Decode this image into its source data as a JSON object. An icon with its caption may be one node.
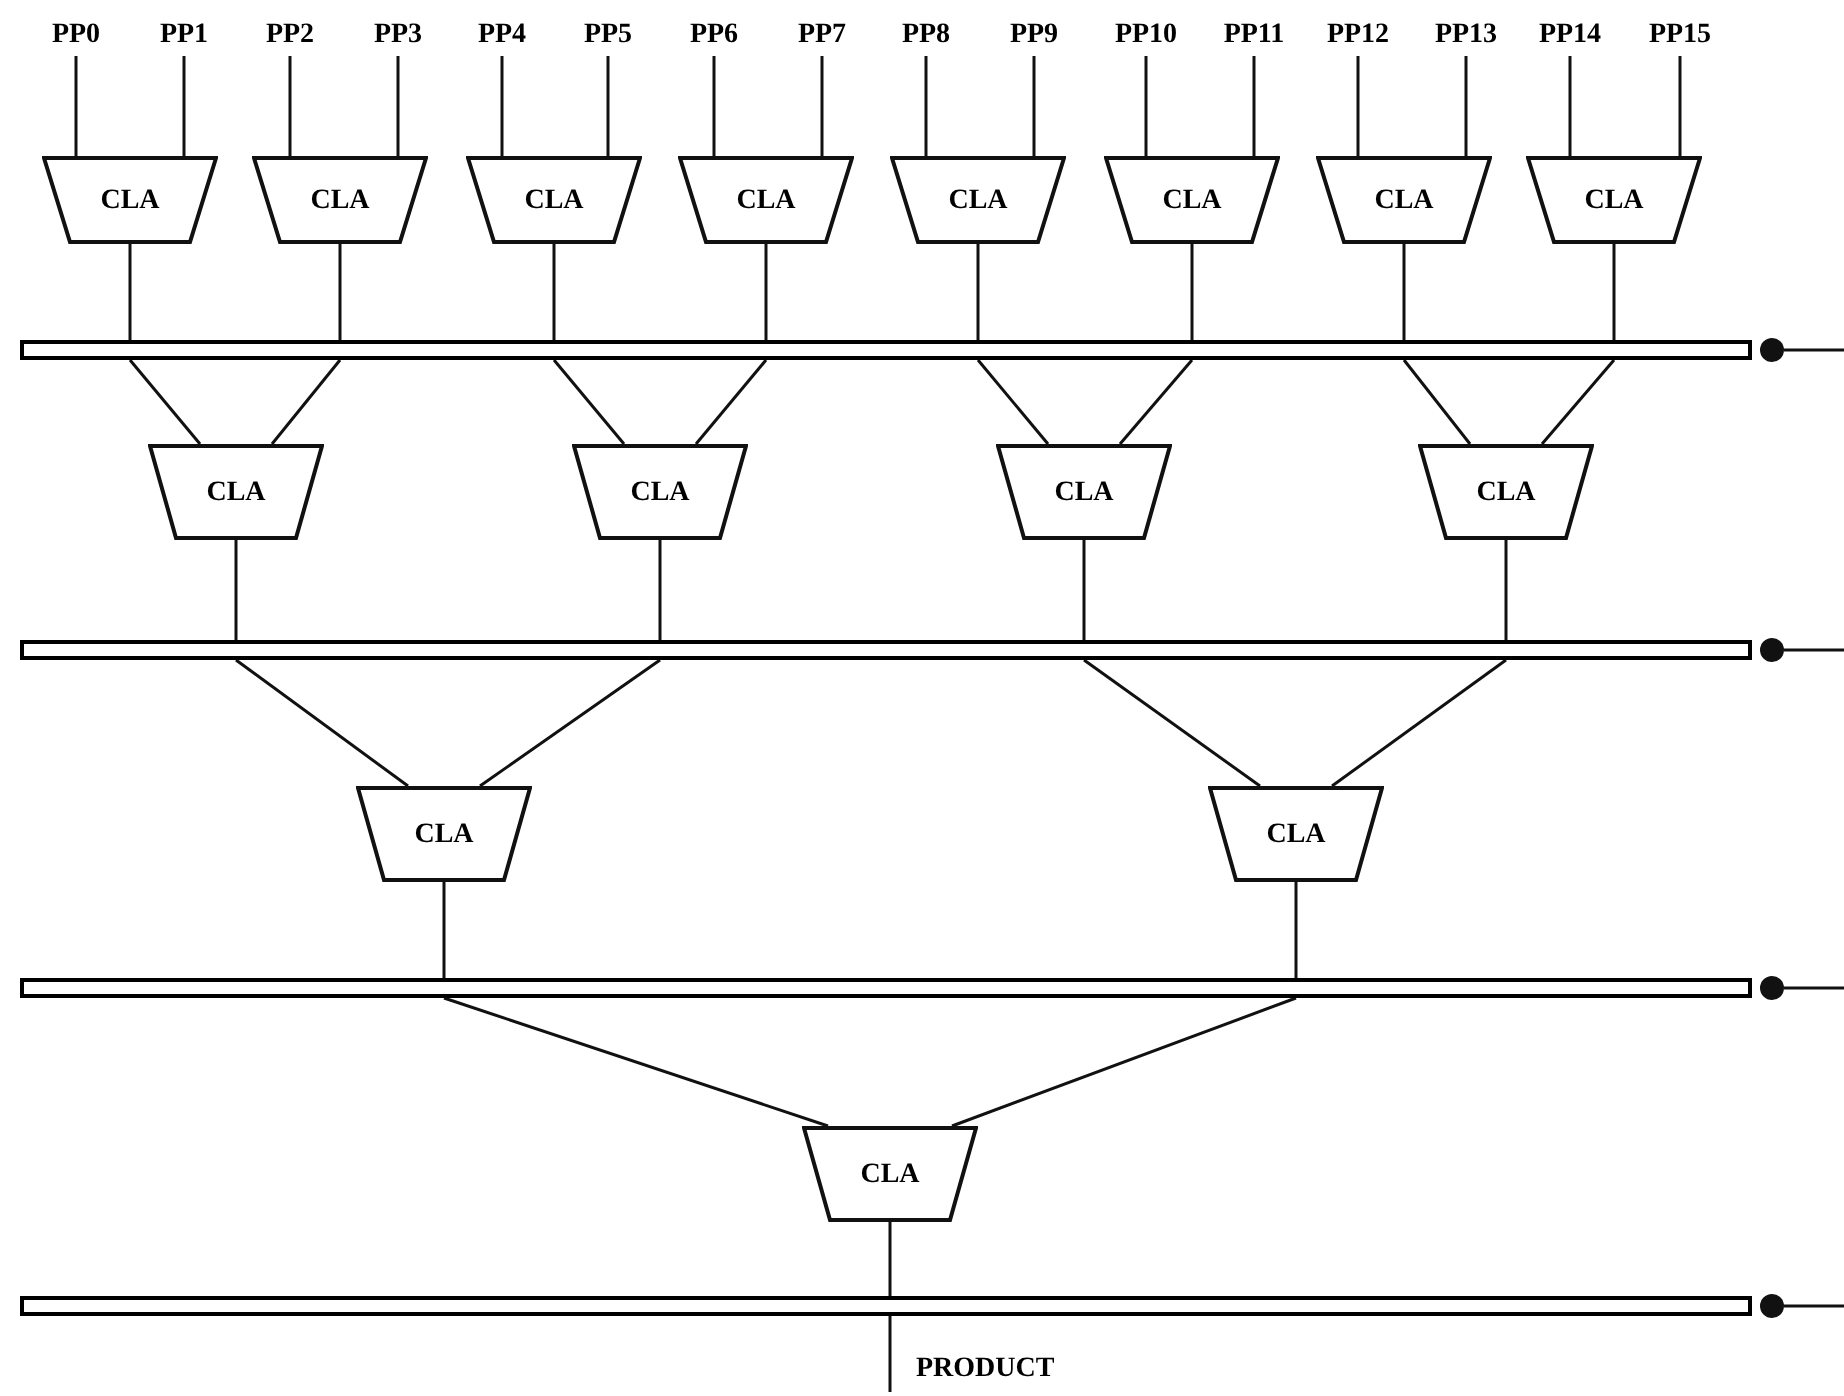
{
  "diagram": {
    "nodes": [
      {
        "text": [
          "PP0"
        ]
      },
      {
        "text": [
          "PP1"
        ]
      },
      {
        "text": [
          "PP2"
        ]
      },
      {
        "text": [
          "PP3"
        ]
      },
      {
        "text": [
          "PP4"
        ]
      },
      {
        "text": [
          "PP5"
        ]
      },
      {
        "text": [
          "PP6"
        ]
      },
      {
        "text": [
          "PP7"
        ]
      },
      {
        "text": [
          "PP8"
        ]
      },
      {
        "text": [
          "PP9"
        ]
      },
      {
        "text": [
          "PP10"
        ]
      },
      {
        "text": [
          "PP11"
        ]
      },
      {
        "text": [
          "PP12"
        ]
      },
      {
        "text": [
          "PP13"
        ]
      },
      {
        "text": [
          "PP14"
        ]
      },
      {
        "text": [
          "PP15"
        ]
      },
      {
        "text": [
          "CLA"
        ]
      },
      {
        "text": [
          "CLA"
        ]
      },
      {
        "text": [
          "CLA"
        ]
      },
      {
        "text": [
          "CLA"
        ]
      },
      {
        "text": [
          "CLA"
        ]
      },
      {
        "text": [
          "CLA"
        ]
      },
      {
        "text": [
          "CLA"
        ]
      },
      {
        "text": [
          "CLA"
        ]
      },
      {
        "text": [],
        "shape": "bar"
      },
      {
        "text": [
          "CLA"
        ]
      },
      {
        "text": [
          "CLA"
        ]
      },
      {
        "text": [
          "CLA"
        ]
      },
      {
        "text": [
          "CLA"
        ]
      },
      {
        "text": [],
        "shape": "bar"
      },
      {
        "text": [
          "CLA"
        ]
      },
      {
        "text": [
          "CLA"
        ]
      },
      {
        "text": [],
        "shape": "bar"
      },
      {
        "text": [
          "CLA"
        ]
      },
      {
        "text": [],
        "shape": "bar"
      }
    ],
    "edges": [
      {
        "from": 0,
        "to": 16,
        "arrow": "none"
      },
      {
        "from": 1,
        "to": 16,
        "arrow": "none"
      },
      {
        "from": 2,
        "to": 17,
        "arrow": "none"
      },
      {
        "from": 3,
        "to": 17,
        "arrow": "none"
      },
      {
        "from": 4,
        "to": 18,
        "arrow": "none"
      },
      {
        "from": 5,
        "to": 18,
        "arrow": "none"
      },
      {
        "from": 6,
        "to": 19,
        "arrow": "none"
      },
      {
        "from": 7,
        "to": 19,
        "arrow": "none"
      },
      {
        "from": 8,
        "to": 20,
        "arrow": "none"
      },
      {
        "from": 9,
        "to": 20,
        "arrow": "none"
      },
      {
        "from": 10,
        "to": 21,
        "arrow": "none"
      },
      {
        "from": 11,
        "to": 21,
        "arrow": "none"
      },
      {
        "from": 12,
        "to": 22,
        "arrow": "none"
      },
      {
        "from": 13,
        "to": 22,
        "arrow": "none"
      },
      {
        "from": 14,
        "to": 23,
        "arrow": "none"
      },
      {
        "from": 15,
        "to": 23,
        "arrow": "none"
      },
      {
        "from": 16,
        "to": 24,
        "arrow": "none"
      },
      {
        "from": 17,
        "to": 24,
        "arrow": "none"
      },
      {
        "from": 18,
        "to": 24,
        "arrow": "none"
      },
      {
        "from": 19,
        "to": 24,
        "arrow": "none"
      },
      {
        "from": 20,
        "to": 24,
        "arrow": "none"
      },
      {
        "from": 21,
        "to": 24,
        "arrow": "none"
      },
      {
        "from": 22,
        "to": 24,
        "arrow": "none"
      },
      {
        "from": 23,
        "to": 24,
        "arrow": "none"
      },
      {
        "from": 24,
        "to": 25,
        "arrow": "none"
      },
      {
        "from": 24,
        "to": 25,
        "arrow": "none"
      },
      {
        "from": 24,
        "to": 26,
        "arrow": "none"
      },
      {
        "from": 24,
        "to": 26,
        "arrow": "none"
      },
      {
        "from": 24,
        "to": 27,
        "arrow": "none"
      },
      {
        "from": 24,
        "to": 27,
        "arrow": "none"
      },
      {
        "from": 24,
        "to": 28,
        "arrow": "none"
      },
      {
        "from": 24,
        "to": 28,
        "arrow": "none"
      },
      {
        "from": 25,
        "to": 29,
        "arrow": "none"
      },
      {
        "from": 26,
        "to": 29,
        "arrow": "none"
      },
      {
        "from": 27,
        "to": 29,
        "arrow": "none"
      },
      {
        "from": 28,
        "to": 29,
        "arrow": "none"
      },
      {
        "from": 29,
        "to": 30,
        "arrow": "none"
      },
      {
        "from": 29,
        "to": 30,
        "arrow": "none"
      },
      {
        "from": 29,
        "to": 31,
        "arrow": "none"
      },
      {
        "from": 29,
        "to": 31,
        "arrow": "none"
      },
      {
        "from": 30,
        "to": 32,
        "arrow": "none"
      },
      {
        "from": 31,
        "to": 32,
        "arrow": "none"
      },
      {
        "from": 32,
        "to": 33,
        "arrow": "none"
      },
      {
        "from": 32,
        "to": 33,
        "arrow": "none"
      },
      {
        "from": 33,
        "to": 34,
        "arrow": "none"
      },
      {
        "from": 34,
        "to": null,
        "arrow": "none"
      }
    ],
    "labels": [
      "PRODUCT"
    ]
  }
}
